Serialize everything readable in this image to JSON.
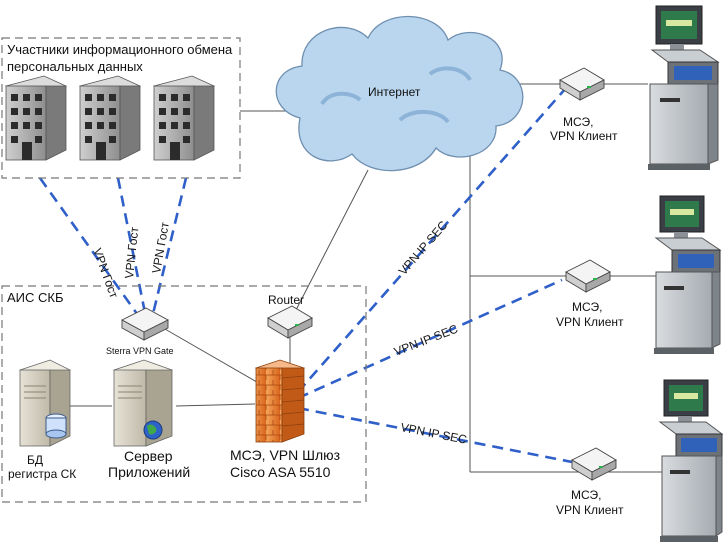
{
  "diagram": {
    "group_participants": {
      "line1": "Участники информационного обмена",
      "line2": "персональных данных"
    },
    "group_ais": {
      "title": "АИС СКБ"
    },
    "internet": {
      "label": "Интернет"
    },
    "router": {
      "label": "Router"
    },
    "sterra": {
      "label": "Sterra VPN Gate"
    },
    "db": {
      "line1": "БД",
      "line2": "регистра СК"
    },
    "appserver": {
      "line1": "Сервер",
      "line2": "Приложений"
    },
    "firewall": {
      "line1": "МСЭ, VPN  Шлюз",
      "line2": "Cisco ASA 5510"
    },
    "clients": [
      {
        "line1": "МСЭ,",
        "line2": "VPN Клиент"
      },
      {
        "line1": "МСЭ,",
        "line2": "VPN Клиент"
      },
      {
        "line1": "МСЭ,",
        "line2": "VPN Клиент"
      }
    ],
    "tunnels": {
      "gost1": "VPN Гост",
      "gost2": "VPN Гост",
      "gost3": "VPN Гост",
      "ipsec1": "VPN IP SEC",
      "ipsec2": "VPN IP SEC",
      "ipsec3": "VPN IP SEC"
    },
    "colors": {
      "vpn_dash": "#2f5fc8",
      "firewall": "#f08a3a",
      "cloud": "#b9d6ee",
      "kiosk_screen": "#2f7a4a"
    }
  }
}
